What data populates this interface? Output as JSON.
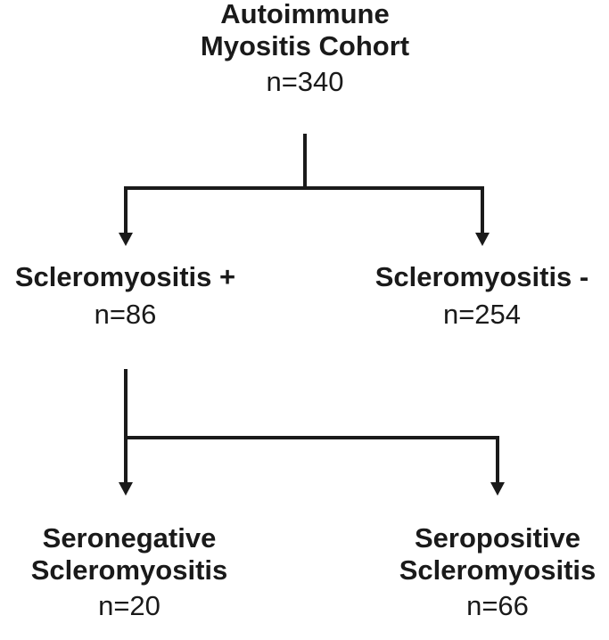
{
  "root": {
    "label_line1": "Autoimmune",
    "label_line2": "Myositis Cohort",
    "count": "n=340"
  },
  "level1": {
    "left": {
      "label": "Scleromyositis +",
      "count": "n=86"
    },
    "right": {
      "label": "Scleromyositis -",
      "count": "n=254"
    }
  },
  "level2": {
    "left": {
      "label_line1": "Seronegative",
      "label_line2": "Scleromyositis",
      "count": "n=20"
    },
    "right": {
      "label_line1": "Seropositive",
      "label_line2": "Scleromyositis",
      "count": "n=66"
    }
  },
  "colors": {
    "line": "#1a1a1a",
    "text": "#1a1a1a",
    "background": "#ffffff"
  }
}
